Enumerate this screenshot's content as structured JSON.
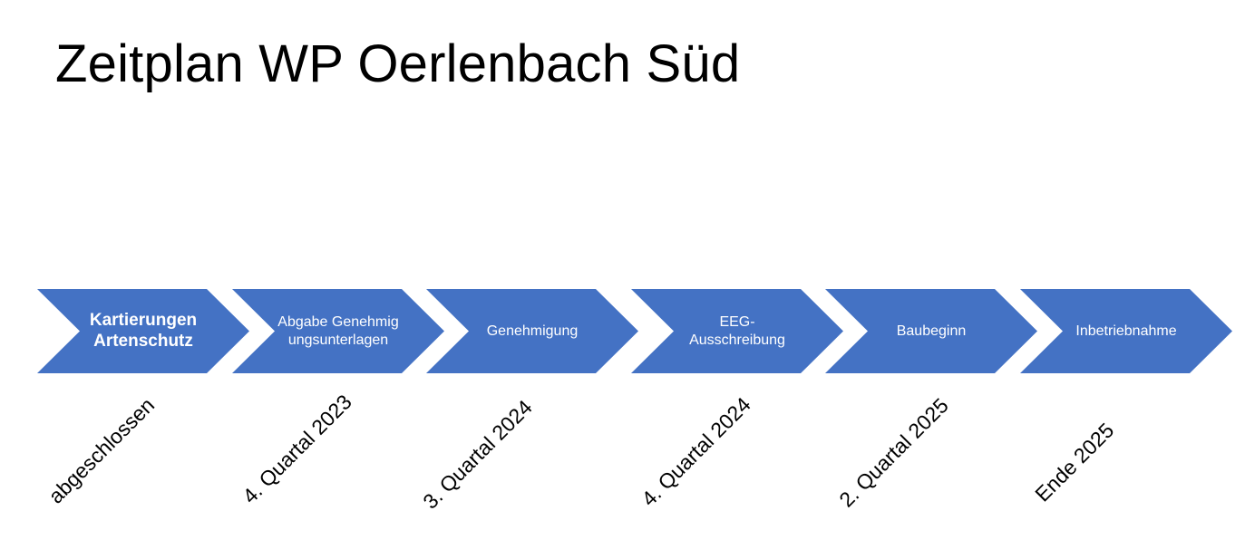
{
  "slide": {
    "title": "Zeitplan WP Oerlenbach Süd",
    "accent_color": "#4472C4",
    "steps": [
      {
        "label": "Kartierungen Artenschutz",
        "date": "abgeschlossen"
      },
      {
        "label": "Abgabe Genehmigungsunterlagen",
        "date": "4. Quartal 2023"
      },
      {
        "label": "Genehmigung",
        "date": "3. Quartal 2024"
      },
      {
        "label": "EEG-Ausschreibung",
        "date": "4. Quartal 2024"
      },
      {
        "label": "Baubeginn",
        "date": "2. Quartal 2025"
      },
      {
        "label": "Inbetriebnahme",
        "date": "Ende 2025"
      }
    ]
  }
}
